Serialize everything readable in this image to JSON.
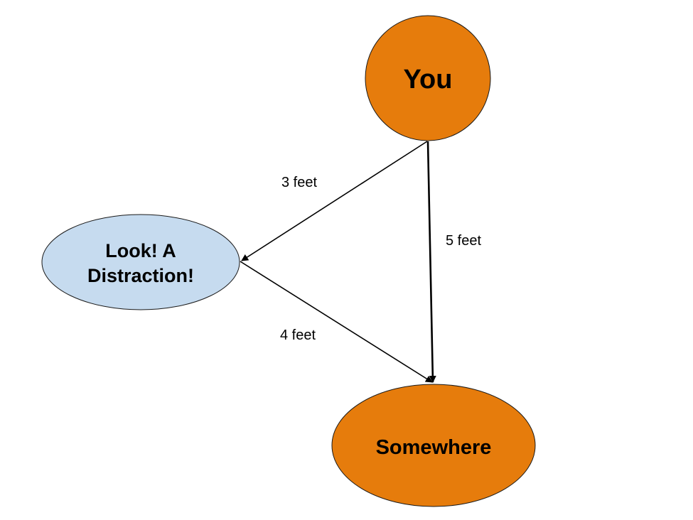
{
  "nodes": {
    "you": {
      "label": "You",
      "fill": "#e67c0c"
    },
    "distraction": {
      "label_line1": "Look! A",
      "label_line2": "Distraction!",
      "fill": "#c6dbef"
    },
    "somewhere": {
      "label": "Somewhere",
      "fill": "#e67c0c"
    }
  },
  "edges": {
    "you_to_distraction": {
      "label": "3 feet"
    },
    "you_to_somewhere": {
      "label": "5 feet"
    },
    "distraction_to_somewhere": {
      "label": "4 feet"
    }
  },
  "colors": {
    "stroke": "#000000",
    "background": "#ffffff"
  }
}
